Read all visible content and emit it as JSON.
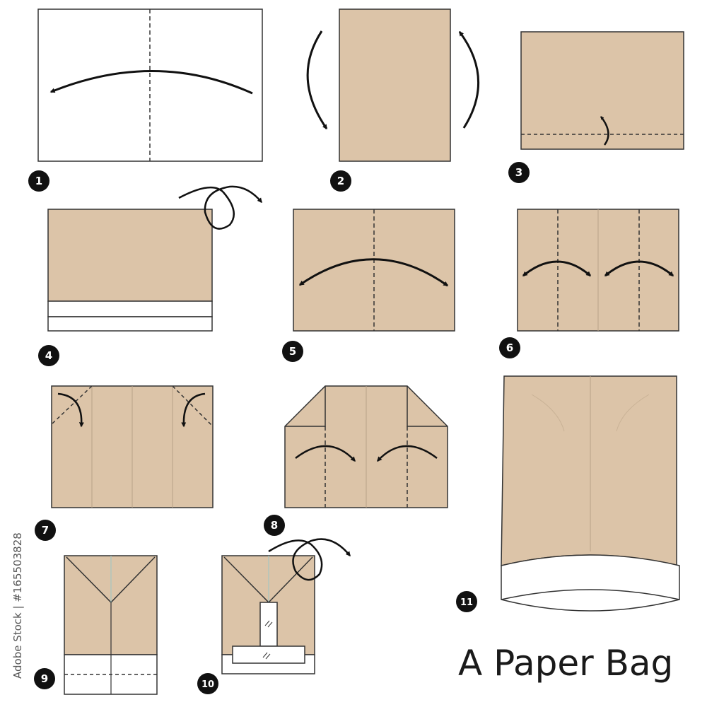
{
  "title": "A Paper Bag",
  "stock_id": "Adobe Stock | #165503828",
  "colors": {
    "paper_brown": "#dcc4a8",
    "paper_white": "#ffffff",
    "outline": "#333333",
    "badge": "#111111"
  },
  "steps": [
    "1",
    "2",
    "3",
    "4",
    "5",
    "6",
    "7",
    "8",
    "9",
    "10",
    "11"
  ]
}
